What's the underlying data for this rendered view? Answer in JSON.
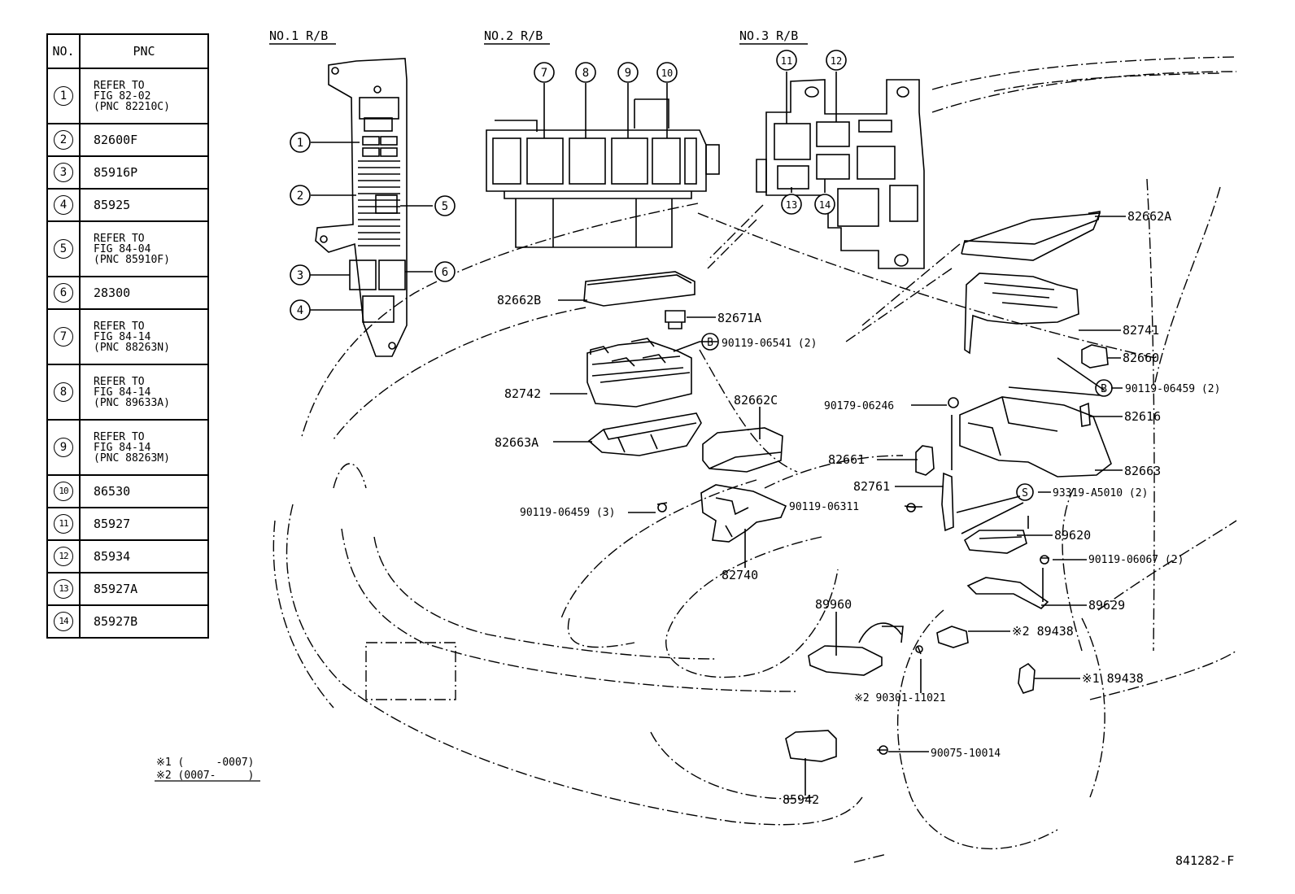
{
  "table": {
    "header": {
      "no": "NO.",
      "pnc": "PNC"
    },
    "rows": [
      {
        "no": "1",
        "lines": [
          "REFER TO",
          "FIG 82-02",
          "(PNC 82210C)"
        ]
      },
      {
        "no": "2",
        "lines": [
          "82600F"
        ]
      },
      {
        "no": "3",
        "lines": [
          "85916P"
        ]
      },
      {
        "no": "4",
        "lines": [
          "85925"
        ]
      },
      {
        "no": "5",
        "lines": [
          "REFER TO",
          "FIG 84-04",
          "(PNC 85910F)"
        ]
      },
      {
        "no": "6",
        "lines": [
          "28300"
        ]
      },
      {
        "no": "7",
        "lines": [
          "REFER TO",
          "FIG 84-14",
          "(PNC 88263N)"
        ]
      },
      {
        "no": "8",
        "lines": [
          "REFER TO",
          "FIG 84-14",
          "(PNC 89633A)"
        ]
      },
      {
        "no": "9",
        "lines": [
          "REFER TO",
          "FIG 84-14",
          "(PNC 88263M)"
        ]
      },
      {
        "no": "10",
        "lines": [
          "86530"
        ]
      },
      {
        "no": "11",
        "lines": [
          "85927"
        ]
      },
      {
        "no": "12",
        "lines": [
          "85934"
        ]
      },
      {
        "no": "13",
        "lines": [
          "85927A"
        ]
      },
      {
        "no": "14",
        "lines": [
          "85927B"
        ]
      }
    ]
  },
  "relay_blocks": {
    "rb1": "NO.1 R/B",
    "rb2": "NO.2 R/B",
    "rb3": "NO.3 R/B"
  },
  "callouts": {
    "c1": "1",
    "c2": "2",
    "c3": "3",
    "c4": "4",
    "c5": "5",
    "c6": "6",
    "c7": "7",
    "c8": "8",
    "c9": "9",
    "c10": "10",
    "c11": "11",
    "c12": "12",
    "c13": "13",
    "c14": "14"
  },
  "parts": {
    "p82662B": "82662B",
    "p82671A": "82671A",
    "p90119_06541": "90119-06541 (2)",
    "p82742": "82742",
    "p82662C": "82662C",
    "p82663A": "82663A",
    "p90119_06459_3": "90119-06459 (3)",
    "p82740": "82740",
    "p82662A": "82662A",
    "p82741": "82741",
    "p82660": "82660",
    "p90119_06459_2": "90119-06459 (2)",
    "p90179_06246": "90179-06246",
    "p82616": "82616",
    "p82661": "82661",
    "p82663": "82663",
    "p82761": "82761",
    "p93319": "93319-A5010 (2)",
    "p90119_06311": "90119-06311",
    "p89620": "89620",
    "p90119_06067": "90119-06067 (2)",
    "p89629": "89629",
    "p89960": "89960",
    "p89438_2": "※2 89438",
    "p89438_1": "※1 89438",
    "p90301": "※2 90301-11021",
    "p90075": "90075-10014",
    "p85942": "85942"
  },
  "markers": {
    "B": "B",
    "S": "S"
  },
  "notes": {
    "n1": "※1 (     -0007)",
    "n2": "※2 (0007-     )"
  },
  "figure_id": "841282-F"
}
